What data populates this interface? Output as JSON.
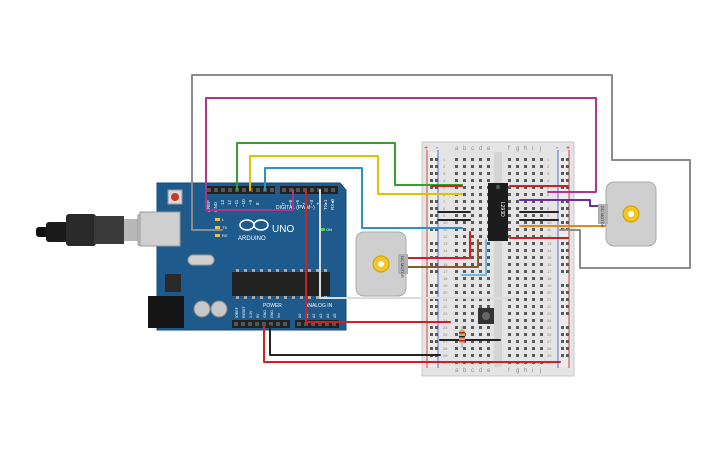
{
  "arduino": {
    "brand": "ARDUINO",
    "model": "UNO",
    "digital_label": "DIGITAL (PWM~)",
    "power_label": "POWER",
    "analog_label": "ANALOG IN",
    "on_label": "ON",
    "tx_label": "TX",
    "rx_label": "RX",
    "l_label": "L",
    "aref_label": "AREF",
    "gnd_label": "GND",
    "ioref_label": "IOREF",
    "reset_label": "RESET",
    "v33_label": "3.3V",
    "v5_label": "5V",
    "vin_label": "Vin",
    "pin_13": "13",
    "pin_12": "12",
    "pin_11": "~11",
    "pin_10": "~10",
    "pin_9": "~9",
    "pin_8": "8",
    "pin_7": "7",
    "pin_6": "~6",
    "pin_5": "~5",
    "pin_4": "4",
    "pin_3": "~3",
    "pin_2": "2",
    "pin_tx1": "TX▸1",
    "pin_rx0": "RX◂0",
    "a0": "A0",
    "a1": "A1",
    "a2": "A2",
    "a3": "A3",
    "a4": "A4",
    "a5": "A5"
  },
  "breadboard": {
    "columns_left": [
      "a",
      "b",
      "c",
      "d",
      "e"
    ],
    "columns_right": [
      "f",
      "g",
      "h",
      "i",
      "j"
    ],
    "rail_plus": "+",
    "rail_minus": "-",
    "rows": [
      "1",
      "2",
      "3",
      "4",
      "5",
      "6",
      "7",
      "8",
      "9",
      "10",
      "11",
      "12",
      "13",
      "14",
      "15",
      "16",
      "17",
      "18",
      "19",
      "20",
      "21",
      "22",
      "23",
      "24",
      "25",
      "26",
      "27",
      "28",
      "29",
      "30"
    ]
  },
  "chip": {
    "label": "L293D"
  },
  "motor_left": {
    "label": "DC MOTOR"
  },
  "motor_right": {
    "label": "DC MOTOR"
  },
  "colors": {
    "board_blue": "#1f5a8c",
    "wire_gray": "#8c8c8c",
    "wire_magenta": "#b0338c",
    "wire_green": "#33a12f",
    "wire_yellow": "#e0c200",
    "wire_blue": "#2f8fd0",
    "wire_red": "#d02020",
    "wire_black": "#222222",
    "wire_purple": "#6a2f9a",
    "wire_orange": "#e8861a",
    "wire_brown": "#8a5a2b",
    "wire_white": "#dcdcdc",
    "motor_gold": "#f3c623"
  }
}
